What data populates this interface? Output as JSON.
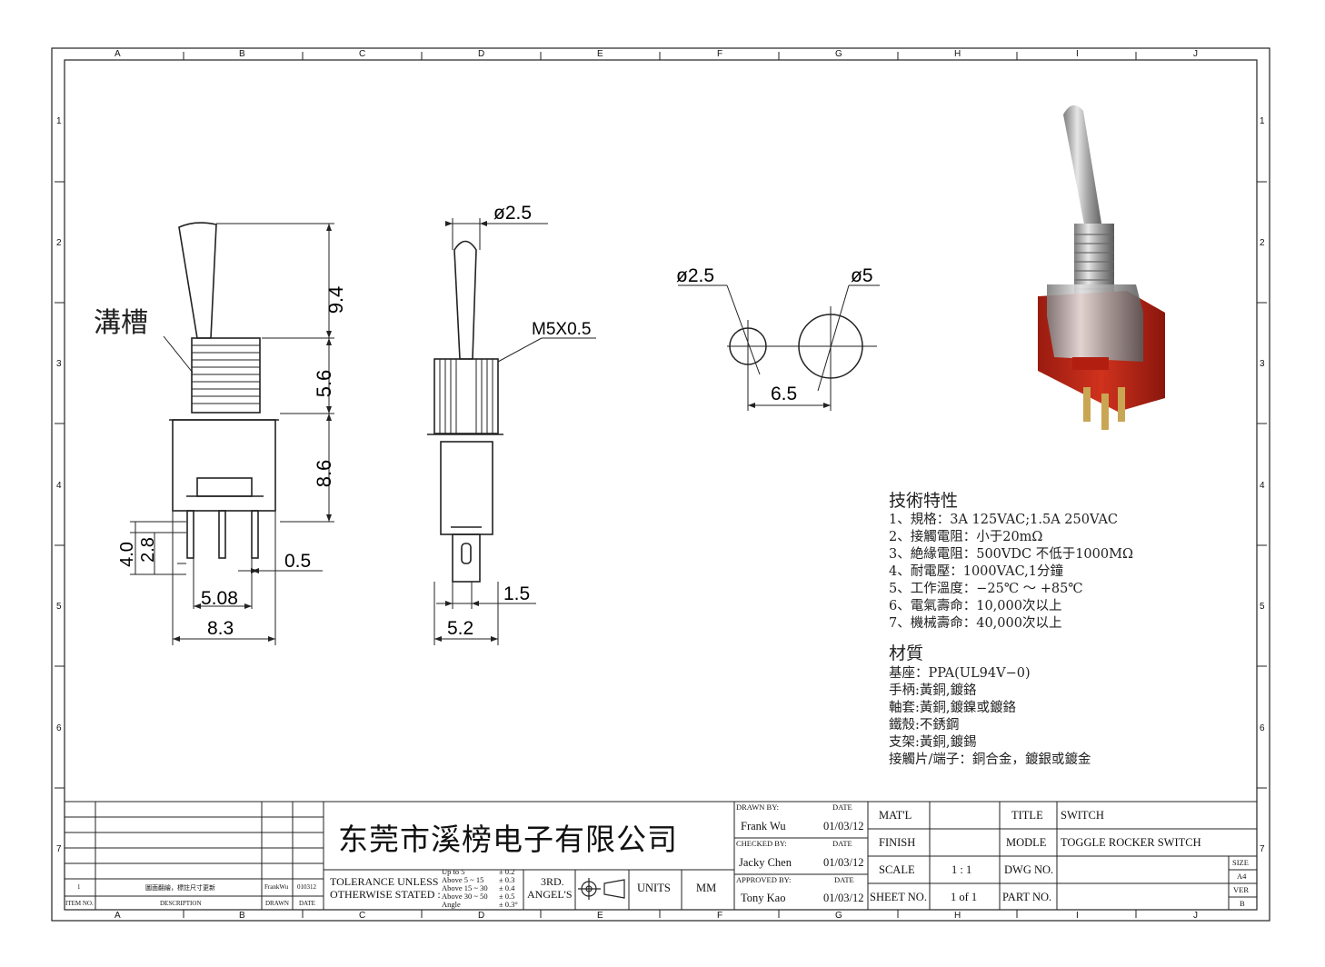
{
  "frame": {
    "cols": [
      "A",
      "B",
      "C",
      "D",
      "E",
      "F",
      "G",
      "H",
      "I",
      "J"
    ],
    "rows": [
      "1",
      "2",
      "3",
      "4",
      "5",
      "6",
      "7"
    ]
  },
  "drawing": {
    "side_view": {
      "groove_label": "溝槽",
      "dim_handle": "9.4",
      "dim_bushing": "5.6",
      "dim_body": "8.6",
      "dim_pin_outer": "4.0",
      "dim_pin_inner": "2.8",
      "dim_pin_thickness": "0.5",
      "dim_pin_pitch": "5.08",
      "dim_width": "8.3"
    },
    "front_view": {
      "dim_handle_dia": "ø2.5",
      "dim_thread": "M5X0.5",
      "dim_pin_width": "1.5",
      "dim_width": "5.2"
    },
    "panel_cutout": {
      "dim_small_hole": "ø2.5",
      "dim_large_hole": "ø5",
      "dim_spacing": "6.5"
    }
  },
  "specs": {
    "tech_heading": "技術特性",
    "tech_items": [
      "1、規格：3A 125VAC;1.5A 250VAC",
      "2、接觸電阻：小于20mΩ",
      "3、絶緣電阻：500VDC 不低于1000MΩ",
      "4、耐電壓：1000VAC,1分鐘",
      "5、工作溫度：−25℃ ～ +85℃",
      "6、電氣壽命：10,000次以上",
      "7、機械壽命：40,000次以上"
    ],
    "material_heading": "材質",
    "material_items": [
      "基座：PPA(UL94V−0)",
      "手柄:黃銅,鍍鉻",
      "軸套:黃銅,鍍鎳或鍍鉻",
      "鐵殼:不銹鋼",
      "支架:黃銅,鍍錫",
      "接觸片/端子：銅合金，鍍銀或鍍金"
    ]
  },
  "title_block": {
    "revision": {
      "item_no": "1",
      "description": "圖面翻繪，標註尺寸更新",
      "drawn": "FrankWu",
      "date": "010312",
      "hdr_item": "ITEM NO.",
      "hdr_desc": "DESCRIPTION",
      "hdr_drawn": "DRAWN",
      "hdr_date": "DATE"
    },
    "company": "东莞市溪榜电子有限公司",
    "tolerance": {
      "line1": "TOLERANCE UNLESS",
      "line2": "OTHERWISE STATED :",
      "ranges": [
        "Up  to 5",
        "Above 5   ~ 15",
        "Above 15 ~ 30",
        "Above 30 ~ 50",
        "Angle"
      ],
      "values": [
        "± 0.2",
        "± 0.3",
        "± 0.4",
        "± 0.5",
        "± 0.3°"
      ]
    },
    "projection": {
      "line1": "3RD.",
      "line2": "ANGEL'S"
    },
    "units_label": "UNITS",
    "units_value": "MM",
    "drawn_by_label": "DRAWN BY:",
    "drawn_by": "Frank Wu",
    "checked_by_label": "CHECKED BY:",
    "checked_by": "Jacky Chen",
    "approved_by_label": "APPROVED BY:",
    "approved_by": "Tony Kao",
    "date_label": "DATE",
    "date_value": "01/03/12",
    "matl_label": "MAT'L",
    "finish_label": "FINISH",
    "scale_label": "SCALE",
    "scale_value": "1 : 1",
    "sheet_label": "SHEET NO.",
    "sheet_value": "1 of 1",
    "title_label": "TITLE",
    "title_value": "SWITCH",
    "modle_label": "MODLE",
    "modle_value": "TOGGLE ROCKER SWITCH",
    "dwg_label": "DWG NO.",
    "part_label": "PART NO.",
    "size_label": "SIZE",
    "size_value": "A4",
    "ver_label": "VER",
    "ver_value": "B"
  }
}
